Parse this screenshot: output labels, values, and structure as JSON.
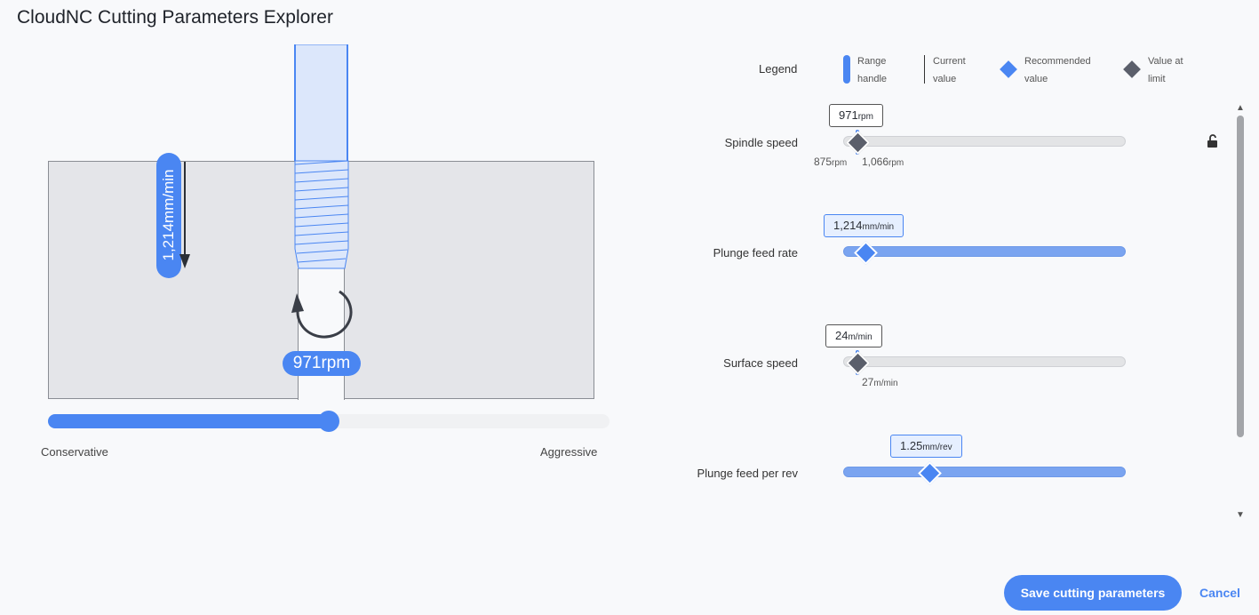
{
  "app": {
    "title": "CloudNC Cutting Parameters Explorer"
  },
  "illustration": {
    "feed_label": "1,214mm/min",
    "rpm_label": "971rpm",
    "aggressiveness": {
      "min_label": "Conservative",
      "max_label": "Aggressive",
      "value_fraction": 0.5
    }
  },
  "legend": {
    "title": "Legend",
    "items": [
      {
        "line1": "Range",
        "line2": "handle"
      },
      {
        "line1": "Current",
        "line2": "value"
      },
      {
        "line1": "Recommended",
        "line2": "value"
      },
      {
        "line1": "Value at",
        "line2": "limit"
      }
    ],
    "colors": {
      "accent": "#4a86f2",
      "limit": "#5b5f6b"
    }
  },
  "params": [
    {
      "label": "Spindle speed",
      "value": "971",
      "unit": "rpm",
      "range_min": "875",
      "range_min_unit": "rpm",
      "range_max": "1,066",
      "range_max_unit": "rpm",
      "state": "limit"
    },
    {
      "label": "Plunge feed rate",
      "value": "1,214",
      "unit": "mm/min",
      "state": "recommended"
    },
    {
      "label": "Surface speed",
      "value": "24",
      "unit": "m/min",
      "range_max": "27",
      "range_max_unit": "m/min",
      "state": "limit"
    },
    {
      "label": "Plunge feed per rev",
      "value": "1.25",
      "unit": "mm/rev",
      "state": "recommended"
    }
  ],
  "icons": {
    "lock": "unlocked-lock-icon",
    "scroll_up": "scroll-up-icon",
    "scroll_down": "scroll-down-icon"
  },
  "glyphs": {
    "up": "▲",
    "down": "▼"
  },
  "actions": {
    "save_label": "Save cutting parameters",
    "cancel_label": "Cancel"
  }
}
